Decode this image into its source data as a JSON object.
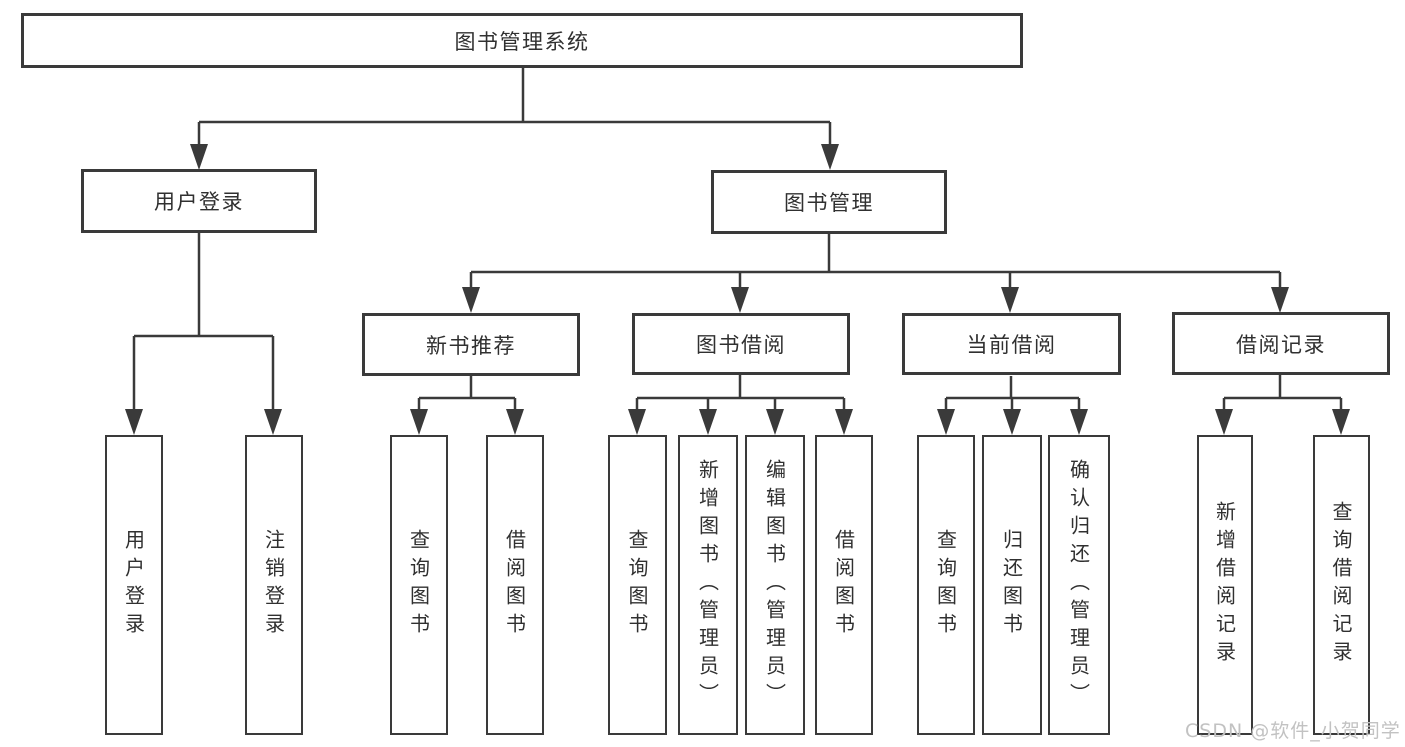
{
  "colors": {
    "line": "#3a3a3a",
    "text": "#303030",
    "background": "#ffffff",
    "watermark": "#c2c2c2"
  },
  "watermark": {
    "text": "CSDN @软件_小贺同学"
  },
  "tree": {
    "root": {
      "label": "图书管理系统"
    },
    "branches": [
      {
        "label": "用户登录",
        "leaves": [
          "用户登录",
          "注销登录"
        ]
      },
      {
        "label": "图书管理",
        "children": [
          {
            "label": "新书推荐",
            "leaves": [
              "查询图书",
              "借阅图书"
            ]
          },
          {
            "label": "图书借阅",
            "leaves": [
              "查询图书",
              "新增图书（管理员）",
              "编辑图书（管理员）",
              "借阅图书"
            ]
          },
          {
            "label": "当前借阅",
            "leaves": [
              "查询图书",
              "归还图书",
              "确认归还（管理员）"
            ]
          },
          {
            "label": "借阅记录",
            "leaves": [
              "新增借阅记录",
              "查询借阅记录"
            ]
          }
        ]
      }
    ]
  }
}
